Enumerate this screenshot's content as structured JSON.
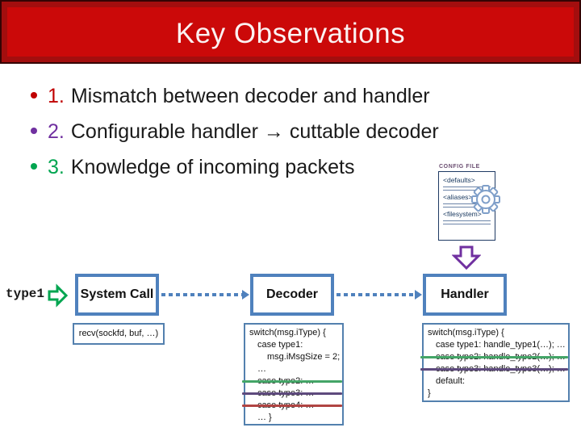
{
  "slide_title": "Key Observations",
  "bullets": [
    {
      "number": "1.",
      "text": "Mismatch between decoder and handler",
      "color": "#C00000"
    },
    {
      "number": "2.",
      "text": "Configurable handler → cuttable decoder",
      "color": "#7030A0"
    },
    {
      "number": "3.",
      "text": "Knowledge of incoming packets",
      "color": "#00A550"
    }
  ],
  "config_file": {
    "header_label": "CONFIG FILE",
    "sections": [
      "<defaults>",
      "<aliases>",
      "<filesystem>"
    ]
  },
  "flow": {
    "input_label": "type1",
    "nodes": [
      {
        "label": "System Call"
      },
      {
        "label": "Decoder"
      },
      {
        "label": "Handler"
      }
    ]
  },
  "code_boxes": {
    "system_call": {
      "lines": [
        {
          "text": "recv(sockfd, buf, …)",
          "indent": 0,
          "strike": null
        }
      ]
    },
    "decoder": {
      "lines": [
        {
          "text": "switch(msg.iType) {",
          "indent": 0,
          "strike": null
        },
        {
          "text": "case type1:",
          "indent": 1,
          "strike": null
        },
        {
          "text": "msg.iMsgSize = 2;",
          "indent": 2,
          "strike": null
        },
        {
          "text": "…",
          "indent": 1,
          "strike": null
        },
        {
          "text": "case type2: …",
          "indent": 1,
          "strike": "#44A567"
        },
        {
          "text": "case type3: …",
          "indent": 1,
          "strike": "#5E4A7D"
        },
        {
          "text": "case type4: …",
          "indent": 1,
          "strike": "#B04543"
        },
        {
          "text": "… }",
          "indent": 1,
          "strike": null
        }
      ]
    },
    "handler": {
      "lines": [
        {
          "text": "switch(msg.iType) {",
          "indent": 0,
          "strike": null
        },
        {
          "text": "case type1: handle_type1(…); …",
          "indent": 1,
          "strike": null
        },
        {
          "text": "case type2: handle_type2(…); …",
          "indent": 1,
          "strike": "#44A567"
        },
        {
          "text": "case type3: handle_type3(…); …",
          "indent": 1,
          "strike": "#5E4A7D"
        },
        {
          "text": "default:",
          "indent": 1,
          "strike": null
        },
        {
          "text": "}",
          "indent": 0,
          "strike": null
        }
      ]
    }
  },
  "colors": {
    "title_bar_bg": "#CB0909",
    "title_bar_border": "#A30E0E",
    "node_border_blue": "#4F81BD",
    "dashed_arrow_blue": "#4F81BD",
    "input_arrow_green": "#00A550",
    "down_arrow_purple": "#7030A0",
    "strike_green": "#44A567",
    "strike_purple": "#5E4A7D",
    "strike_red": "#B04543",
    "document_ink_navy": "#17375E"
  }
}
